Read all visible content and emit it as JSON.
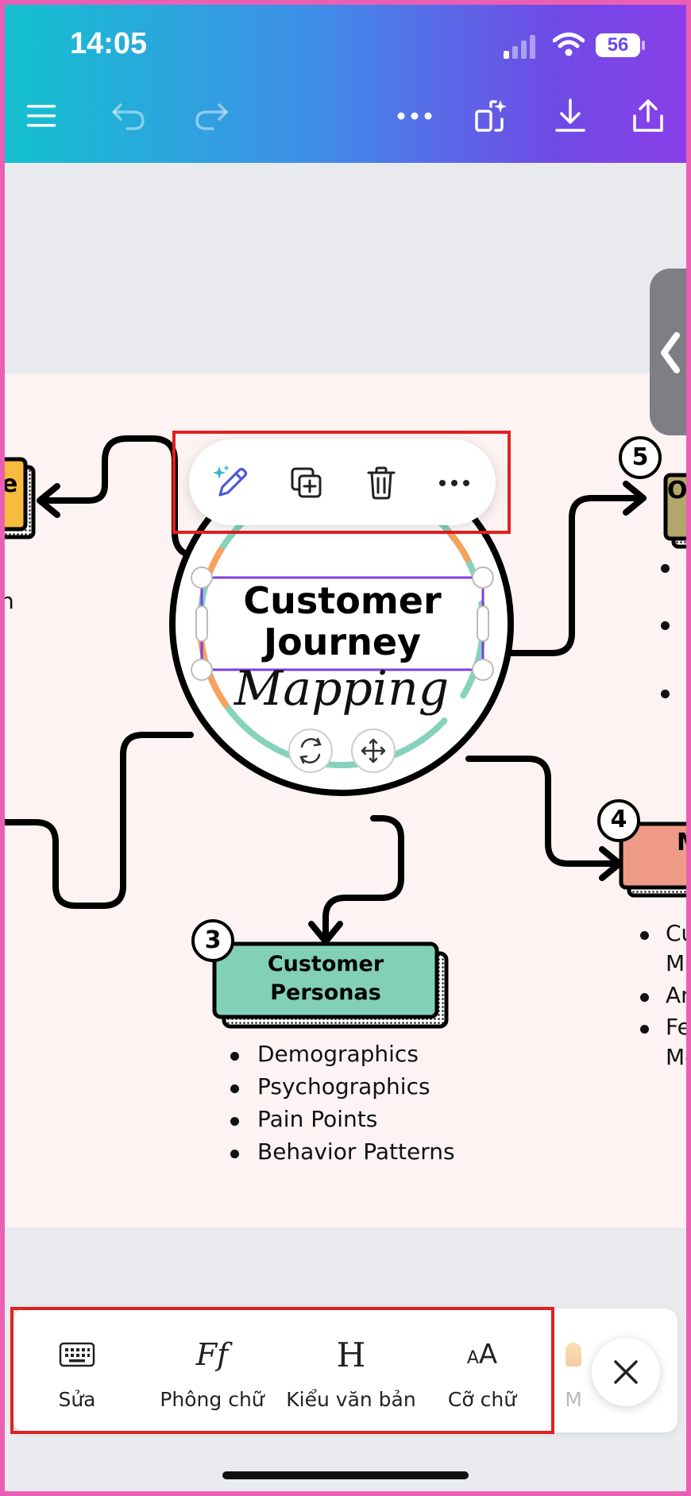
{
  "status_bar": {
    "time": "14:05",
    "battery": "56"
  },
  "toolbar": {
    "menu": "menu-icon",
    "undo": "undo-icon",
    "redo": "redo-icon",
    "more": "more-icon",
    "magic": "magic-resize-icon",
    "download": "download-icon",
    "share": "share-icon"
  },
  "design": {
    "title_line1": "Customer",
    "title_line2": "Journey",
    "script_word": "Mapping",
    "node3_number": "3",
    "node3_line1": "Customer",
    "node3_line2": "Personas",
    "node3_items": [
      "Demographics",
      "Psychographics",
      "Pain Points",
      "Behavior Patterns"
    ],
    "node4_number": "4",
    "node4_title_partial": "M",
    "node4_items_partial": [
      "Cu",
      "Ma",
      "An",
      "Fe",
      "Me"
    ],
    "node5_number": "5",
    "node5_title_partial": "O",
    "left_node_partial": "e",
    "left_text_partial": "n"
  },
  "context_menu": {
    "edit_ai": "magic-edit-icon",
    "duplicate": "duplicate-icon",
    "delete": "trash-icon",
    "more": "more-icon"
  },
  "bottom_toolbar": {
    "items": [
      {
        "label": "Sửa",
        "icon": "keyboard-icon"
      },
      {
        "label": "Phông chữ",
        "icon": "font-icon"
      },
      {
        "label": "Kiểu văn bản",
        "icon": "heading-icon"
      },
      {
        "label": "Cỡ chữ",
        "icon": "font-size-icon"
      },
      {
        "label": "M",
        "icon": "color-icon"
      }
    ]
  },
  "colors": {
    "accent_purple": "#7b3fe4",
    "persona_green": "#82d0b8",
    "orange_node": "#f7bb3e",
    "olive_node": "#b3a66a",
    "salmon_node": "#ee9a86",
    "canvas_bg": "#fdf3f2",
    "highlight_red": "#e12020"
  }
}
